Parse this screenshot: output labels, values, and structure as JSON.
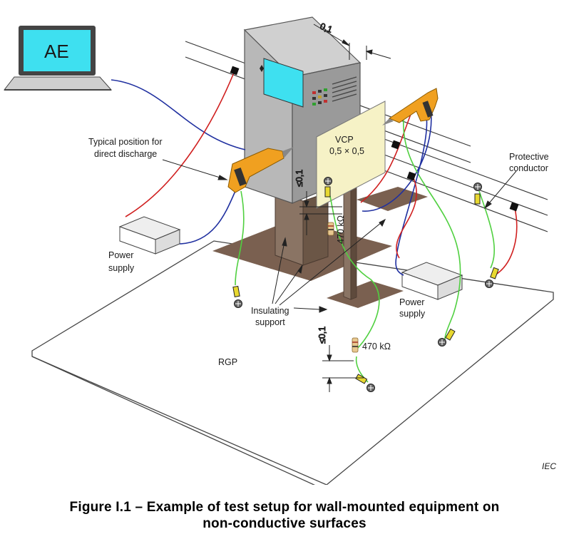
{
  "labels": {
    "ae": "AE",
    "typical_position_line1": "Typical position for",
    "typical_position_line2": "direct discharge",
    "power_supply_left_line1": "Power",
    "power_supply_left_line2": "supply",
    "insulating_support_line1": "Insulating",
    "insulating_support_line2": "support",
    "power_supply_right_line1": "Power",
    "power_supply_right_line2": "supply",
    "protective_conductor_line1": "Protective",
    "protective_conductor_line2": "conductor",
    "vcp_line1": "VCP",
    "vcp_line2": "0,5 × 0,5",
    "rgp": "RGP",
    "dim_top": "0,1",
    "dim_mid": "≤0,1",
    "dim_low": "≤0,1",
    "resistor_upper": "470 kΩ",
    "resistor_lower": "470 kΩ",
    "iec": "IEC"
  },
  "caption": {
    "line1": "Figure I.1 – Example of test setup for wall-mounted equipment on",
    "line2": "non-conductive surfaces"
  },
  "colors": {
    "screen": "#3ee0f0",
    "gun": "#f0a020",
    "wire_red": "#d02020",
    "wire_blue": "#2030a0",
    "wire_green": "#50d040",
    "support": "#7a6050",
    "cabinet": "#b8b8b8"
  }
}
